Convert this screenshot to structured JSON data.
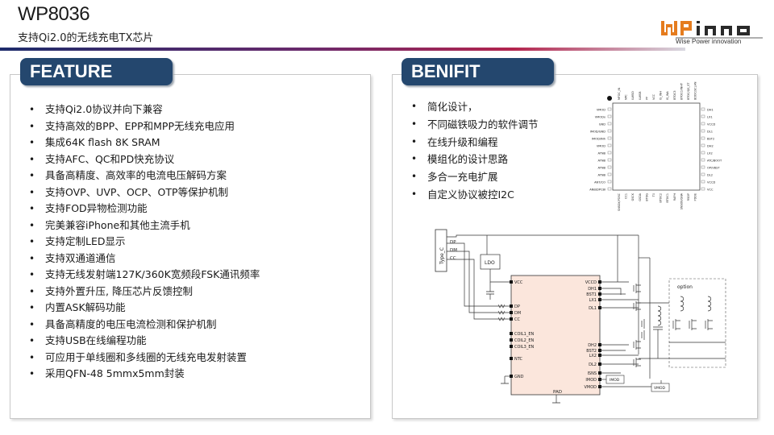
{
  "header": {
    "title": "WP8036",
    "subtitle": "支持Qi2.0的无线充电TX芯片"
  },
  "logo": {
    "brand": "WPINNO",
    "tagline": "Wise Power innovation",
    "colors": {
      "orange": "#e57c1e",
      "dark": "#2a2a2a"
    }
  },
  "feature": {
    "heading": "FEATURE",
    "items": [
      "支持Qi2.0协议并向下兼容",
      "支持高效的BPP、EPP和MPP无线充电应用",
      "集成64K flash 8K SRAM",
      "支持AFC、QC和PD快充协议",
      "具备高精度、高效率的电流电压解码方案",
      "支持OVP、UVP、OCP、OTP等保护机制",
      "支持FOD异物检测功能",
      "完美兼容iPhone和其他主流手机",
      "支持定制LED显示",
      "支持双通道通信",
      "支持无线发射端127K/360K宽频段FSK通讯频率",
      "支持外置升压, 降压芯片反馈控制",
      "内置ASK解码功能",
      "具备高精度的电压电流检测和保护机制",
      "支持USB在线编程功能",
      "可应用于单线圈和多线圈的无线充电发射装置",
      "采用QFN-48 5mmx5mm封装"
    ]
  },
  "benefit": {
    "heading": "BENIFIT",
    "items": [
      "简化设计，",
      "不同磁铁吸力的软件调节",
      "在线升级和编程",
      "模组化的设计思路",
      "多合一充电扩展",
      "自定义协议被控I2C"
    ]
  },
  "schematic": {
    "connector": "Type_C",
    "usb_pins": [
      "DP",
      "DM",
      "CC"
    ],
    "ldo": "LDO",
    "left_pins": [
      "VCC",
      "DP",
      "DM",
      "CC",
      "COIL1_EN",
      "COIL2_EN",
      "COIL3_EN",
      "NTC",
      "GND"
    ],
    "right_pins": [
      "VCCD",
      "DH1",
      "BST1",
      "LX1",
      "DL1",
      "DH2",
      "BST2",
      "LX2",
      "DL2",
      "ISNS",
      "IMOD",
      "VMOD"
    ],
    "bottom_pin": "PAD",
    "imod_box": "IMOD",
    "vmod_box": "VMOD",
    "option_label": "option"
  },
  "pinout": {
    "left": [
      "VMOD",
      "VMODx",
      "GND",
      "IMOD/GND",
      "IMOD/INh",
      "VMOD",
      "ATNB",
      "ATNB",
      "ATNB",
      "ATNB",
      "ANT/CO",
      "ANB/DPCBI"
    ],
    "right": [
      "DH1",
      "LX1",
      "VCCD",
      "DL1",
      "BST2",
      "DH2",
      "LX2",
      "ATC/BOOT",
      "OP/VBST",
      "DL2",
      "VCCD",
      "VCC"
    ],
    "top": [
      "MFDC_IN",
      "NTC",
      "ILWSO",
      "ILWSB",
      "PP",
      "VCC",
      "IS_INH",
      "IS_INA",
      "BTOC3",
      "BTOC0/INHT",
      "BTOC/QS_ST",
      "BDOC/SCLAN"
    ],
    "bottom": [
      "SNSOX/PDSC",
      "CC1",
      "GSCK",
      "GSDA",
      "BTOG",
      "T0",
      "BTOC2",
      "BTOC1",
      "RAPH",
      "SNSOX/GNA",
      "RSOP",
      "PDOE"
    ]
  }
}
